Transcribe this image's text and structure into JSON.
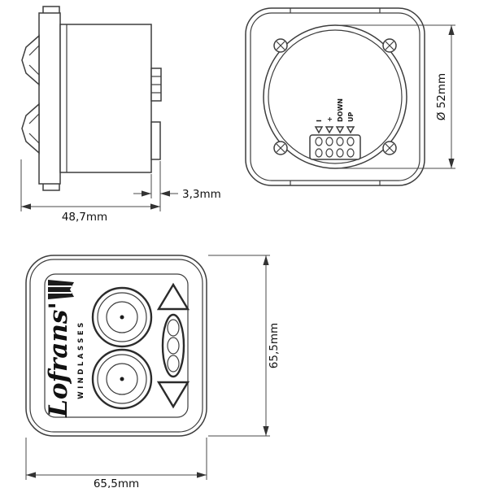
{
  "side_view": {
    "depth_dim": "48,7mm",
    "panel_dim": "3,3mm"
  },
  "back_view": {
    "diameter_dim": "Ø 52mm",
    "terminals": [
      "I",
      "+",
      "DOWN",
      "UP"
    ]
  },
  "front_view": {
    "brand": "Lofrans'",
    "brand_sub": "WINDLASSES",
    "height_dim": "65,5mm",
    "width_dim": "65,5mm"
  }
}
